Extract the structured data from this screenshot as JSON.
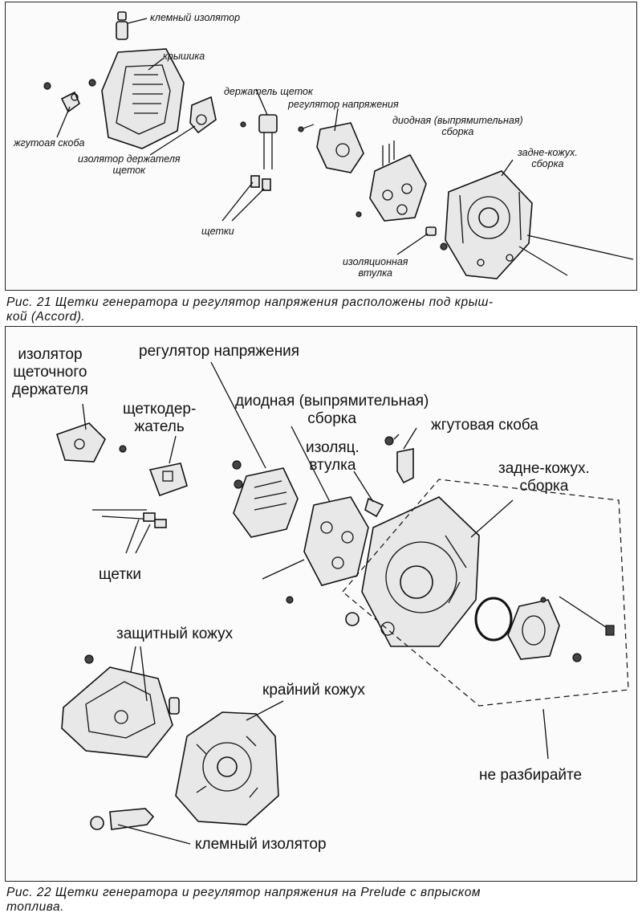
{
  "fig21": {
    "labels": {
      "terminal_insulator": "клемный изолятор",
      "cover": "крышика",
      "brush_holder": "держатель щеток",
      "voltage_regulator": "регулятор напряжения",
      "diode_assembly": "диодная (выпрямительная)\nсборка",
      "rear_housing": "задне-кожух.\nсборка",
      "harness_bracket": "жгутоая скоба",
      "brush_holder_insulator": "изолятор держателя\nщеток",
      "brushes": "щетки",
      "insulating_bushing": "изоляционная\nвтулка"
    },
    "caption": "Рис. 21 Щетки генератора и регулятор напряжения расположены под крыш-\nкой (Accord)."
  },
  "fig22": {
    "labels": {
      "brush_holder_insulator": "изолятор\nщеточного\nдержателя",
      "voltage_regulator": "регулятор напряжения",
      "brush_holder": "щеткодер-\nжатель",
      "diode_assembly": "диодная (выпрямительная)\nсборка",
      "harness_bracket": "жгутовая скоба",
      "insulating_bushing": "изоляц.\nвтулка",
      "rear_housing": "задне-кожух.\nсборка",
      "brushes": "щетки",
      "protective_cover": "защитный кожух",
      "end_cover": "крайний кожух",
      "do_not_disassemble": "не разбирайте",
      "terminal_insulator": "клемный изолятор"
    },
    "caption": "Рис. 22 Щетки генератора и регулятор напряжения на Prelude с впрыском\nтоплива."
  }
}
